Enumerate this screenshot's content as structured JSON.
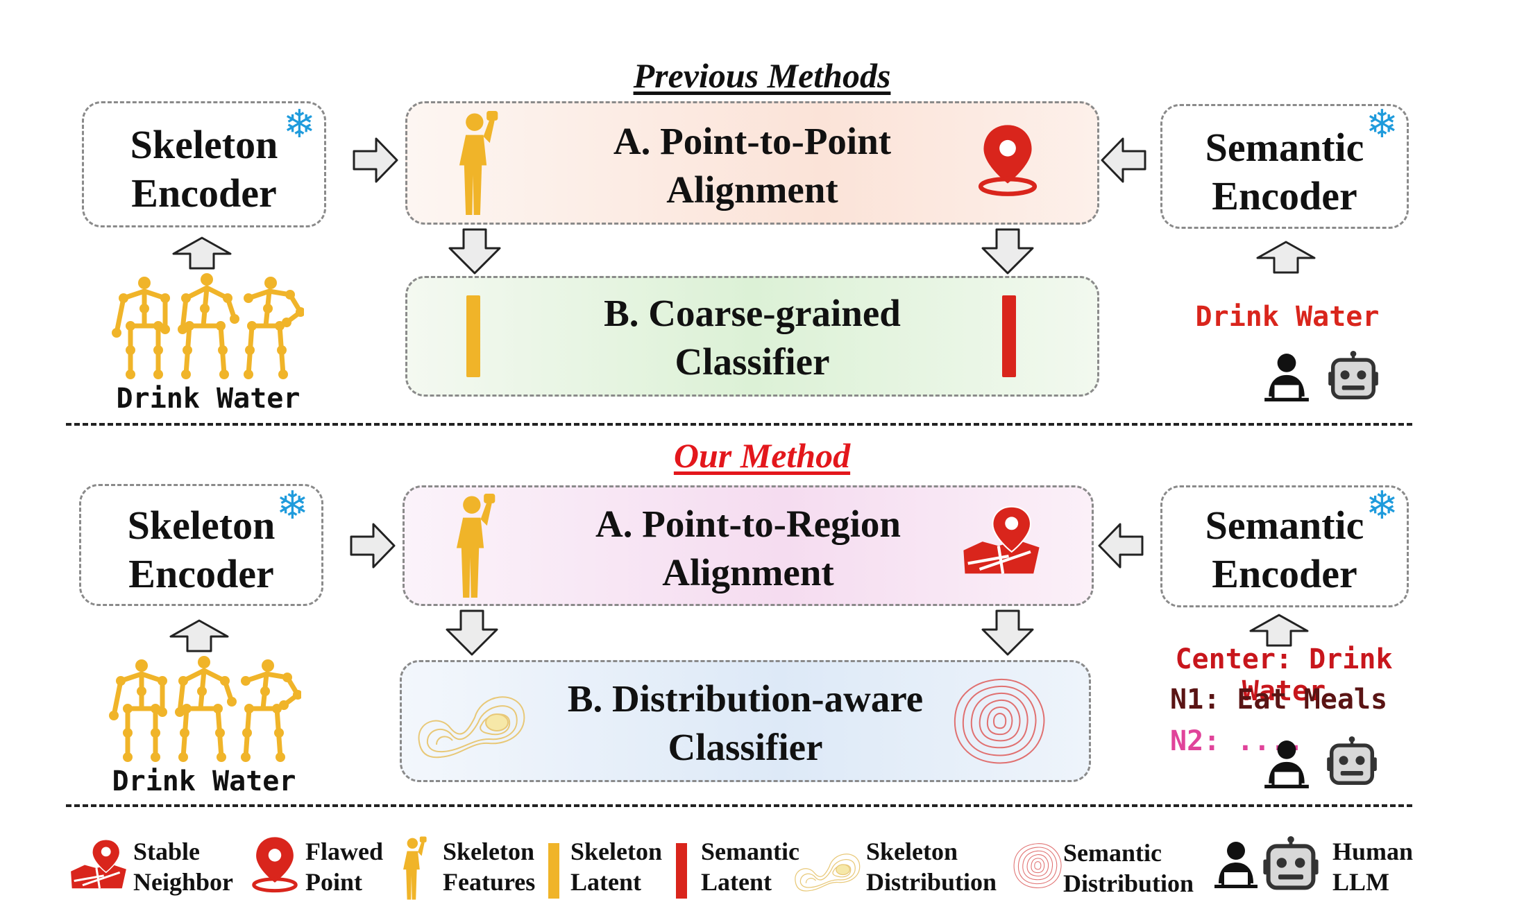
{
  "previous": {
    "title": "Previous Methods",
    "skeleton_encoder": [
      "Skeleton",
      "Encoder"
    ],
    "semantic_encoder": [
      "Semantic",
      "Encoder"
    ],
    "alignment": [
      "A. Point-to-Point",
      "Alignment"
    ],
    "classifier": [
      "B. Coarse-grained",
      "Classifier"
    ],
    "skeleton_label": "Drink Water",
    "semantic_label": "Drink Water"
  },
  "ours": {
    "title": "Our Method",
    "skeleton_encoder": [
      "Skeleton",
      "Encoder"
    ],
    "semantic_encoder": [
      "Semantic",
      "Encoder"
    ],
    "alignment": [
      "A. Point-to-Region",
      "Alignment"
    ],
    "classifier": [
      "B. Distribution-aware",
      "Classifier"
    ],
    "skeleton_label": "Drink Water",
    "semantic_center": "Center: Drink Water",
    "semantic_n1": "N1: Eat Meals",
    "semantic_n2": "N2: ...."
  },
  "legend": [
    {
      "icon": "stable-neighbor-icon",
      "lines": [
        "Stable",
        "Neighbor"
      ]
    },
    {
      "icon": "flawed-point-icon",
      "lines": [
        "Flawed",
        "Point"
      ]
    },
    {
      "icon": "skeleton-features-icon",
      "lines": [
        "Skeleton",
        "Features"
      ]
    },
    {
      "icon": "skeleton-latent-icon",
      "lines": [
        "Skeleton",
        "Latent"
      ]
    },
    {
      "icon": "semantic-latent-icon",
      "lines": [
        "Semantic",
        "Latent"
      ]
    },
    {
      "icon": "skeleton-distribution-icon",
      "lines": [
        "Skeleton",
        "Distribution"
      ]
    },
    {
      "icon": "semantic-distribution-icon",
      "lines": [
        "Semantic",
        "Distribution"
      ]
    },
    {
      "icon": "human-llm-icon",
      "lines": [
        "Human",
        "LLM"
      ]
    }
  ],
  "colors": {
    "skeleton_orange": "#f0b429",
    "semantic_red": "#d9251c",
    "frozen_blue": "#1f9bdc",
    "center_text": "#c8161c",
    "n1_text": "#5a1414",
    "n2_text": "#e0439a"
  }
}
